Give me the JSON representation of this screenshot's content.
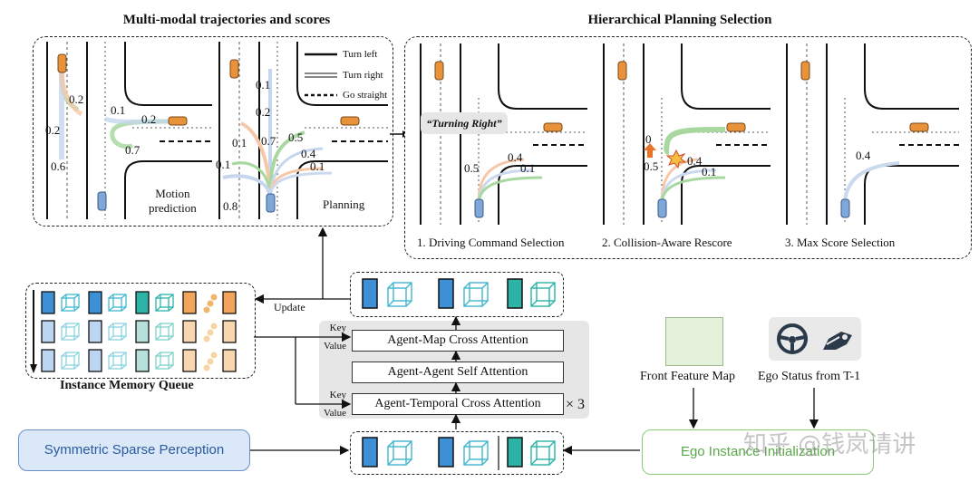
{
  "titles": {
    "left": "Multi-modal trajectories and scores",
    "right": "Hierarchical Planning Selection"
  },
  "legend": {
    "turn_left": "Turn left",
    "turn_right": "Turn right",
    "go_straight": "Go straight"
  },
  "panel_labels": {
    "motion": "Motion\nprediction",
    "planning": "Planning",
    "turning_right": "“Turning Right”"
  },
  "scores": {
    "motion_left_car": [
      "0.2",
      "0.2",
      "0.6"
    ],
    "motion_right_car": [
      "0.1",
      "0.2",
      "0.7"
    ],
    "planning": [
      "0.1",
      "0.2",
      "0.7",
      "0.1",
      "0.1",
      "0.5",
      "0.4",
      "0.1",
      "0.8"
    ],
    "step1": [
      "0.5",
      "0.4",
      "0.1"
    ],
    "step2": [
      "0",
      "0.5",
      "0.4",
      "0.1"
    ],
    "step3": [
      "0.4"
    ]
  },
  "steps": [
    "1. Driving Command Selection",
    "2. Collision-Aware Rescore",
    "3. Max Score Selection"
  ],
  "memory_queue_label": "Instance Memory Queue",
  "update_label": "Update",
  "attention": {
    "map": "Agent-Map Cross Attention",
    "self": "Agent-Agent Self Attention",
    "temporal": "Agent-Temporal Cross Attention",
    "repeat": "× 3",
    "key": "Key",
    "value": "Value"
  },
  "front_feature_map": "Front Feature Map",
  "ego_status": "Ego Status from T-1",
  "perception": "Symmetric Sparse Perception",
  "ego_init": "Ego Instance Initialization",
  "watermark": "知乎 @钱岚请讲",
  "colors": {
    "blue_token": "#3d8fd6",
    "teal_token": "#2bb3a6",
    "orange_token": "#f2a55a",
    "perception_fill": "#dbe8f8",
    "perception_border": "#6b8fc9",
    "ego_border": "#8cc97a",
    "ego_text": "#5aa84a",
    "attention_bg": "#e6e6e6"
  }
}
